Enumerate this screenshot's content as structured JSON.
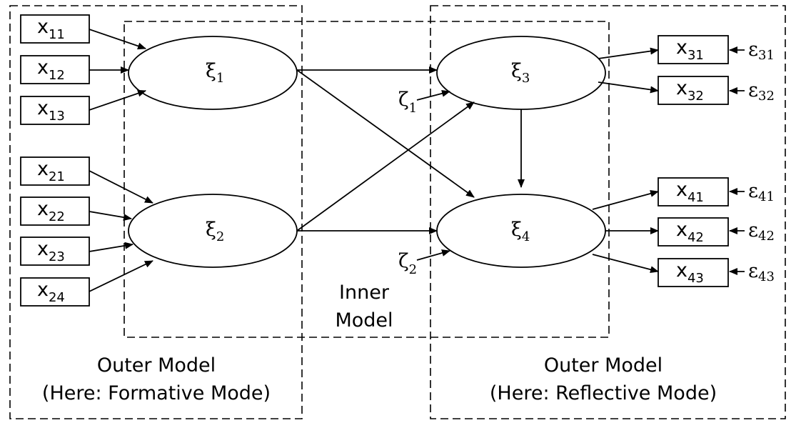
{
  "diagram": {
    "regions": {
      "outer_left": {
        "line1": "Outer Model",
        "line2": "(Here: Formative Mode)"
      },
      "outer_right": {
        "line1": "Outer Model",
        "line2": "(Here: Reflective Mode)"
      },
      "inner": {
        "line1": "Inner",
        "line2": "Model"
      }
    },
    "latent": {
      "xi1": {
        "sym": "ξ",
        "sub": "1"
      },
      "xi2": {
        "sym": "ξ",
        "sub": "2"
      },
      "xi3": {
        "sym": "ξ",
        "sub": "3"
      },
      "xi4": {
        "sym": "ξ",
        "sub": "4"
      }
    },
    "indicators": {
      "x11": {
        "sym": "x",
        "sub": "11"
      },
      "x12": {
        "sym": "x",
        "sub": "12"
      },
      "x13": {
        "sym": "x",
        "sub": "13"
      },
      "x21": {
        "sym": "x",
        "sub": "21"
      },
      "x22": {
        "sym": "x",
        "sub": "22"
      },
      "x23": {
        "sym": "x",
        "sub": "23"
      },
      "x24": {
        "sym": "x",
        "sub": "24"
      },
      "x31": {
        "sym": "x",
        "sub": "31"
      },
      "x32": {
        "sym": "x",
        "sub": "32"
      },
      "x41": {
        "sym": "x",
        "sub": "41"
      },
      "x42": {
        "sym": "x",
        "sub": "42"
      },
      "x43": {
        "sym": "x",
        "sub": "43"
      }
    },
    "errors": {
      "e31": {
        "sym": "ε",
        "sub": "31"
      },
      "e32": {
        "sym": "ε",
        "sub": "32"
      },
      "e41": {
        "sym": "ε",
        "sub": "41"
      },
      "e42": {
        "sym": "ε",
        "sub": "42"
      },
      "e43": {
        "sym": "ε",
        "sub": "43"
      }
    },
    "disturbances": {
      "z1": {
        "sym": "ζ",
        "sub": "1"
      },
      "z2": {
        "sym": "ζ",
        "sub": "2"
      }
    }
  }
}
